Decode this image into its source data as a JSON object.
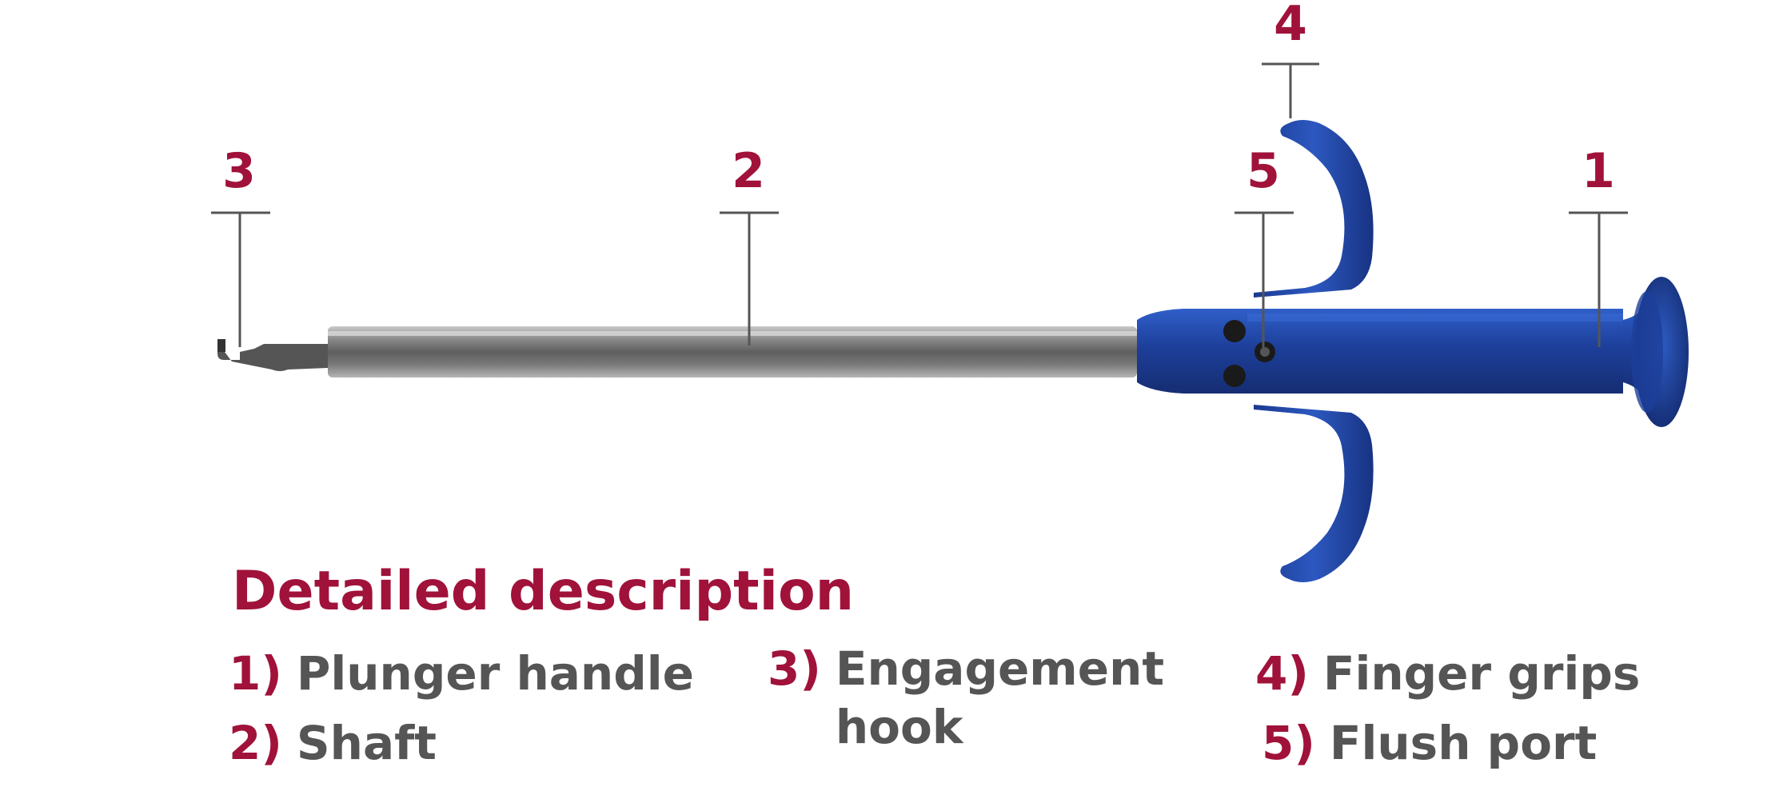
{
  "callouts": [
    {
      "number": "4",
      "target": "Finger grips"
    },
    {
      "number": "3",
      "target": "Engagement hook"
    },
    {
      "number": "2",
      "target": "Shaft"
    },
    {
      "number": "5",
      "target": "Flush port"
    },
    {
      "number": "1",
      "target": "Plunger handle"
    }
  ],
  "heading": "Detailed description",
  "legend": [
    {
      "number": "1)",
      "label": "Plunger handle"
    },
    {
      "number": "2)",
      "label": "Shaft"
    },
    {
      "number": "3)",
      "label": "Engagement hook"
    },
    {
      "number": "4)",
      "label": "Finger grips"
    },
    {
      "number": "5)",
      "label": "Flush port"
    }
  ],
  "colors": {
    "accent": "#a0123a",
    "text": "#555555",
    "handle": "#1d3f9a",
    "shaft": "#8a8a8a",
    "leader": "#555555"
  }
}
